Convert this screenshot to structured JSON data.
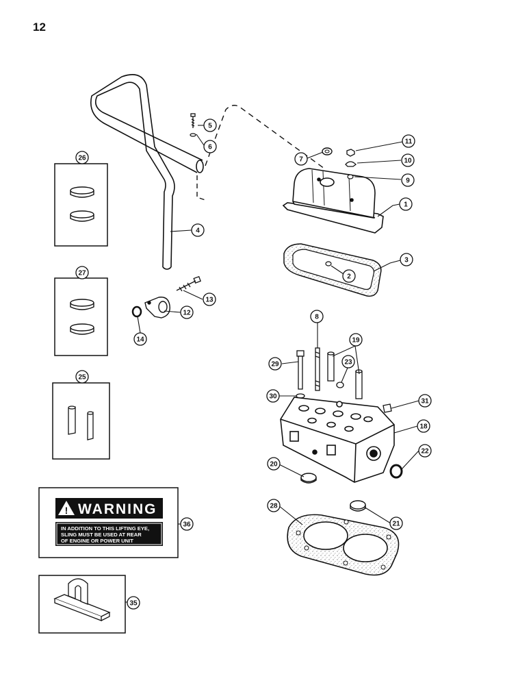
{
  "page_number": "12",
  "warning_decal": {
    "heading": "WARNING",
    "lines": [
      "IN ADDITION TO THIS LIFTING EYE,",
      "SLING MUST BE USED AT REAR",
      "OF ENGINE OR POWER UNIT"
    ]
  },
  "callouts": [
    "1",
    "2",
    "3",
    "4",
    "5",
    "6",
    "7",
    "8",
    "9",
    "10",
    "11",
    "12",
    "13",
    "14",
    "18",
    "19",
    "20",
    "21",
    "22",
    "23",
    "25",
    "26",
    "27",
    "28",
    "29",
    "30",
    "31",
    "35",
    "36"
  ]
}
